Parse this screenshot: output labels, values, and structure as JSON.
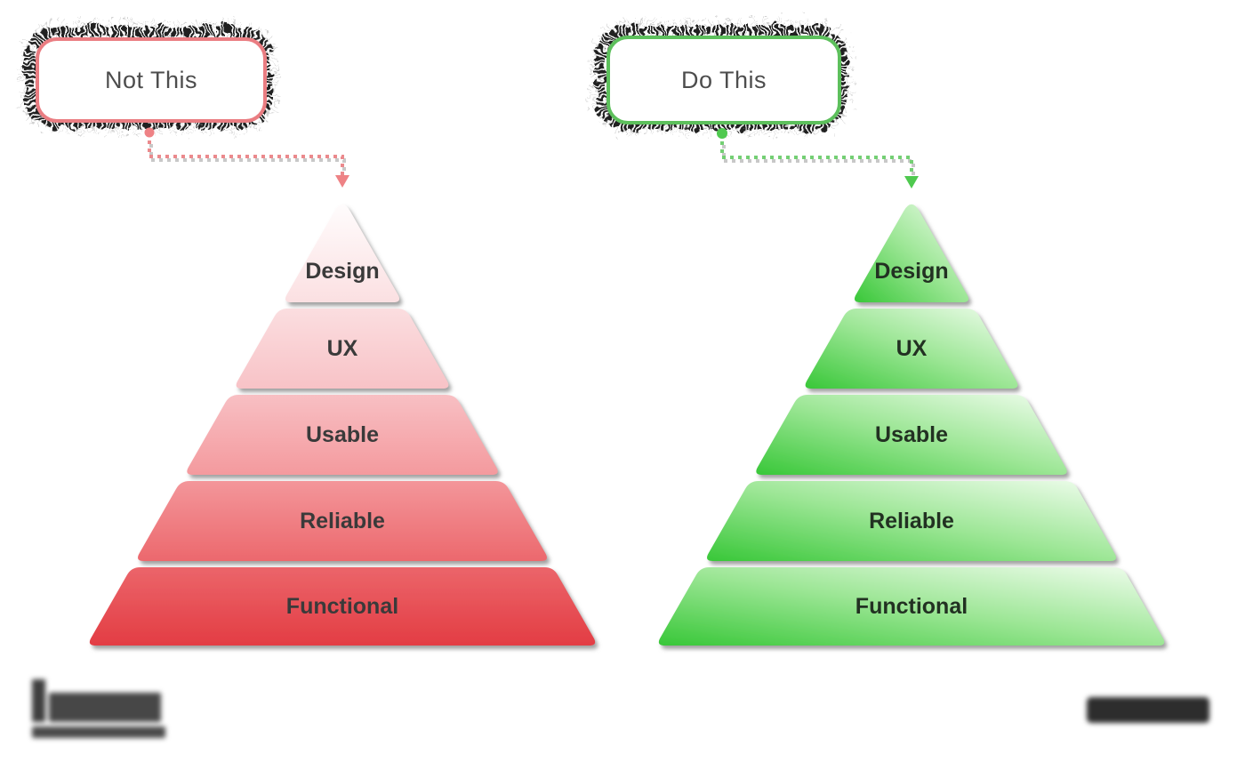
{
  "diagram": {
    "left": {
      "callout": "Not This",
      "accent": "#ea7d82",
      "dot_color": "#ee8285",
      "line_color": "#eb8a8d",
      "arrow_color": "#ee8285",
      "label_color": "#3a3a3a",
      "layers": [
        "Design",
        "UX",
        "Usable",
        "Reliable",
        "Functional"
      ],
      "gradient": {
        "direction": "vertical",
        "stops": [
          {
            "o": 0,
            "c": "#ffffff"
          },
          {
            "o": 0.24,
            "c": "#fbdfe1"
          },
          {
            "o": 0.42,
            "c": "#f8c3c7"
          },
          {
            "o": 0.61,
            "c": "#f49a9e"
          },
          {
            "o": 0.8,
            "c": "#ec686d"
          },
          {
            "o": 1,
            "c": "#e23940"
          }
        ]
      }
    },
    "right": {
      "callout": "Do This",
      "accent": "#5dc05c",
      "dot_color": "#4fc94f",
      "line_color": "#74cf74",
      "arrow_color": "#4fc94f",
      "label_color": "#223122",
      "layers": [
        "Design",
        "UX",
        "Usable",
        "Reliable",
        "Functional"
      ],
      "gradient": {
        "direction": "diagonal",
        "stops": [
          {
            "o": 0,
            "c": "#38c738"
          },
          {
            "o": 0.5,
            "c": "#9ce695"
          },
          {
            "o": 1,
            "c": "#f1fdef"
          }
        ]
      }
    },
    "shadow_color": "#909090",
    "halo_color": "#161616",
    "text_color": "#4d4d4d"
  }
}
